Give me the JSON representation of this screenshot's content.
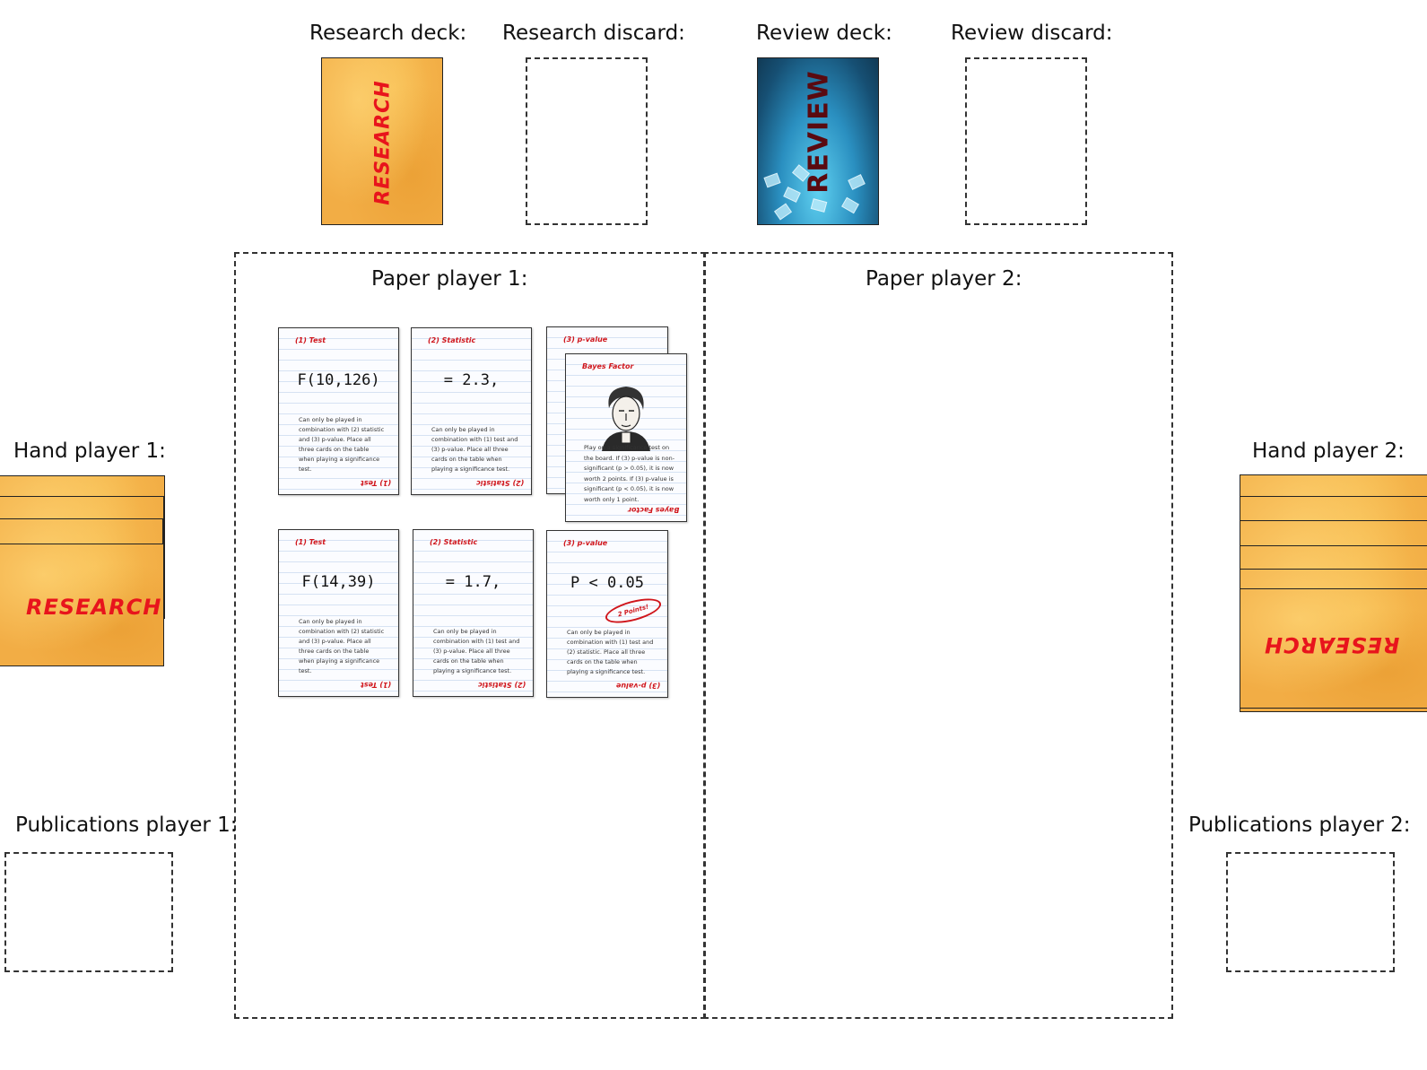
{
  "board": {
    "research_deck_label": "Research deck:",
    "research_discard_label": "Research discard:",
    "review_deck_label": "Review deck:",
    "review_discard_label": "Review discard:",
    "paper_p1_label": "Paper player 1:",
    "paper_p2_label": "Paper player 2:",
    "hand_p1_label": "Hand player 1:",
    "hand_p2_label": "Hand player 2:",
    "pubs_p1_label": "Publications player 1:",
    "pubs_p2_label": "Publications player 2:"
  },
  "decks": {
    "research_back_text": "RESEARCH",
    "review_back_text": "REVIEW"
  },
  "cards": {
    "test_header": "(1) Test",
    "stat_header": "(2) Statistic",
    "pval_header": "(3) p-value",
    "bayes_header": "Bayes Factor",
    "test_rule": "Can only be played in combination with (2) statistic and (3) p-value. Place all three cards on the table when playing a significance test.",
    "stat_rule": "Can only be played in combination with (1) test and (3) p-value. Place all three cards on the table when playing a significance test.",
    "pval_rule": "Can only be played in combination with (1) test and (2) statistic. Place all three cards on the table when playing a significance test.",
    "bayes_rule": "Play on a significance test on the board. If (3) p-value is non-significant (p > 0.05), it is now worth 2 points. If (3) p-value is significant (p < 0.05), it is now worth only 1 point.",
    "row1_test": "F(10,126)",
    "row1_stat": "= 2.3,",
    "row2_test": "F(14,39)",
    "row2_stat": "= 1.7,",
    "row2_pval": "P < 0.05",
    "points_stamp": "2 Points!"
  },
  "colors": {
    "research_orange": "#f2ad45",
    "research_red": "#e8141c",
    "review_blue": "#2a8fc0",
    "review_text": "#5a0a10"
  }
}
